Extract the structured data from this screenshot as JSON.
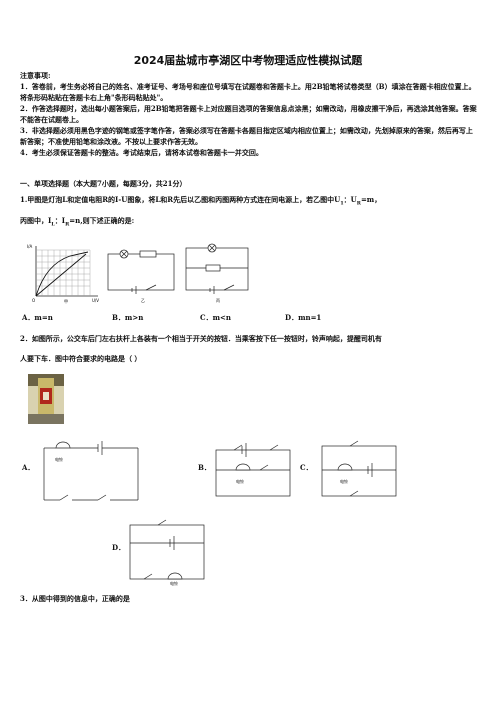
{
  "title": "2024届盐城市亭湖区中考物理适应性模拟试题",
  "notice": {
    "heading": "注意事项:",
    "items": [
      "1．答卷前，考生务必将自己的姓名、准考证号、考场号和座位号填写在试题卷和答题卡上。用2B铅笔将试卷类型（B）填涂在答题卡相应位置上。将条形码粘贴在答题卡右上角\"条形码粘贴处\"。",
      "2．作答选择题时，选出每小题答案后，用2B铅笔把答题卡上对应题目选项的答案信息点涂黑；如需改动，用橡皮擦干净后，再选涂其他答案。答案不能答在试题卷上。",
      "3．非选择题必须用黑色字迹的钢笔或签字笔作答，答案必须写在答题卡各题目指定区域内相应位置上；如需改动，先划掉原来的答案，然后再写上新答案；不准使用铅笔和涂改液。不按以上要求作答无效。",
      "4．考生必须保证答题卡的整洁。考试结束后，请将本试卷和答题卡一并交回。"
    ]
  },
  "section1": "一、单项选择题（本大题7小题，每题3分，共21分）",
  "q1": {
    "line1": "1.甲图是灯泡L和定值电阻R的I-U图象，将L和R先后以乙图和丙图两种方式连在同电源上，若乙图中U",
    "u1": "1",
    "colon": "：U",
    "u2": "R",
    "eqm": "=m，",
    "line2a": "丙图中，I",
    "i1": "L",
    "i2pre": "：I",
    "i2": "R",
    "eqn": "=n,则下述正确的是:",
    "options": [
      "A．m=n",
      "B．m>n",
      "C．m<n",
      "D．mn=1"
    ],
    "fig_labels": {
      "axis_i": "I/A",
      "axis_u": "U/V",
      "jia": "甲",
      "yi": "乙",
      "bing": "丙",
      "origin": "O"
    }
  },
  "q2": {
    "line1": "2．如图所示，公交车后门左右扶杆上各装有一个相当于开关的按钮．当乘客按下任一按钮时，铃声响起，提醒司机有",
    "line2": "人要下车．图中符合要求的电路是（    ）",
    "options": [
      "A．",
      "B．",
      "C．",
      "D．"
    ],
    "bell": "电铃"
  },
  "q3": {
    "line": "3．从图中得到的信息中，正确的是"
  }
}
